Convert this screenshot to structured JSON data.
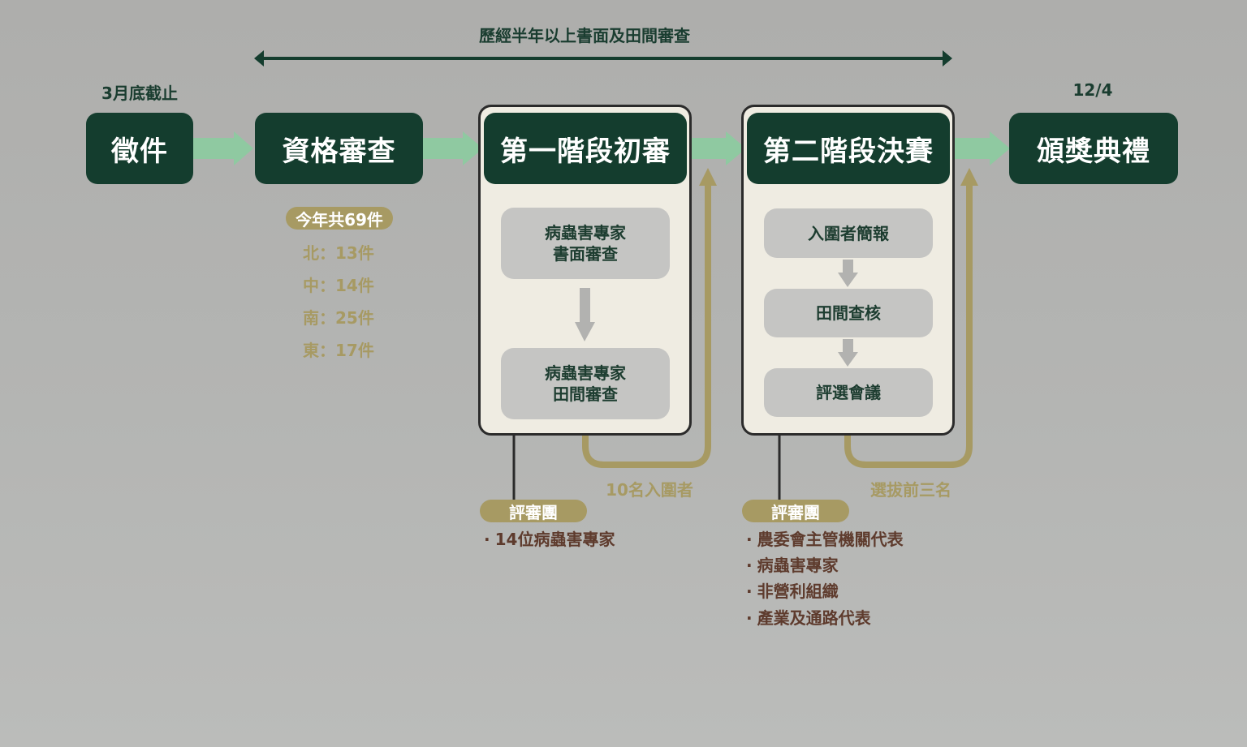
{
  "timeline": {
    "span_label": "歷經半年以上書面及田間審查",
    "deadline_label": "3月底截止",
    "ceremony_date": "12/4"
  },
  "stages": {
    "collect": "徵件",
    "qualify": "資格審查",
    "round1": "第一階段初審",
    "round2": "第二階段決賽",
    "award": "頒獎典禮"
  },
  "qualify_stats": {
    "total": "今年共69件",
    "regions": [
      {
        "label": "北：13件"
      },
      {
        "label": "中：14件"
      },
      {
        "label": "南：25件"
      },
      {
        "label": "東：17件"
      }
    ]
  },
  "round1": {
    "steps": [
      {
        "line1": "病蟲害專家",
        "line2": "書面審查"
      },
      {
        "line1": "病蟲害專家",
        "line2": "田間審查"
      }
    ],
    "result": "10名入圍者",
    "jury_title": "評審團",
    "jury": [
      "14位病蟲害專家"
    ]
  },
  "round2": {
    "steps": [
      "入圍者簡報",
      "田間查核",
      "評選會議"
    ],
    "result": "選拔前三名",
    "jury_title": "評審團",
    "jury": [
      "農委會主管機關代表",
      "病蟲害專家",
      "非營利組織",
      "產業及通路代表"
    ]
  },
  "bullet": "·",
  "colors": {
    "dark_green": "#143d2e",
    "light_green_arrow": "#8fc9a1",
    "gold": "#a79a63",
    "panel": "#efece2",
    "step_gray": "#c5c5c3",
    "brown_text": "#5e3b2d",
    "down_arrow_gray": "#b2b2b0"
  }
}
